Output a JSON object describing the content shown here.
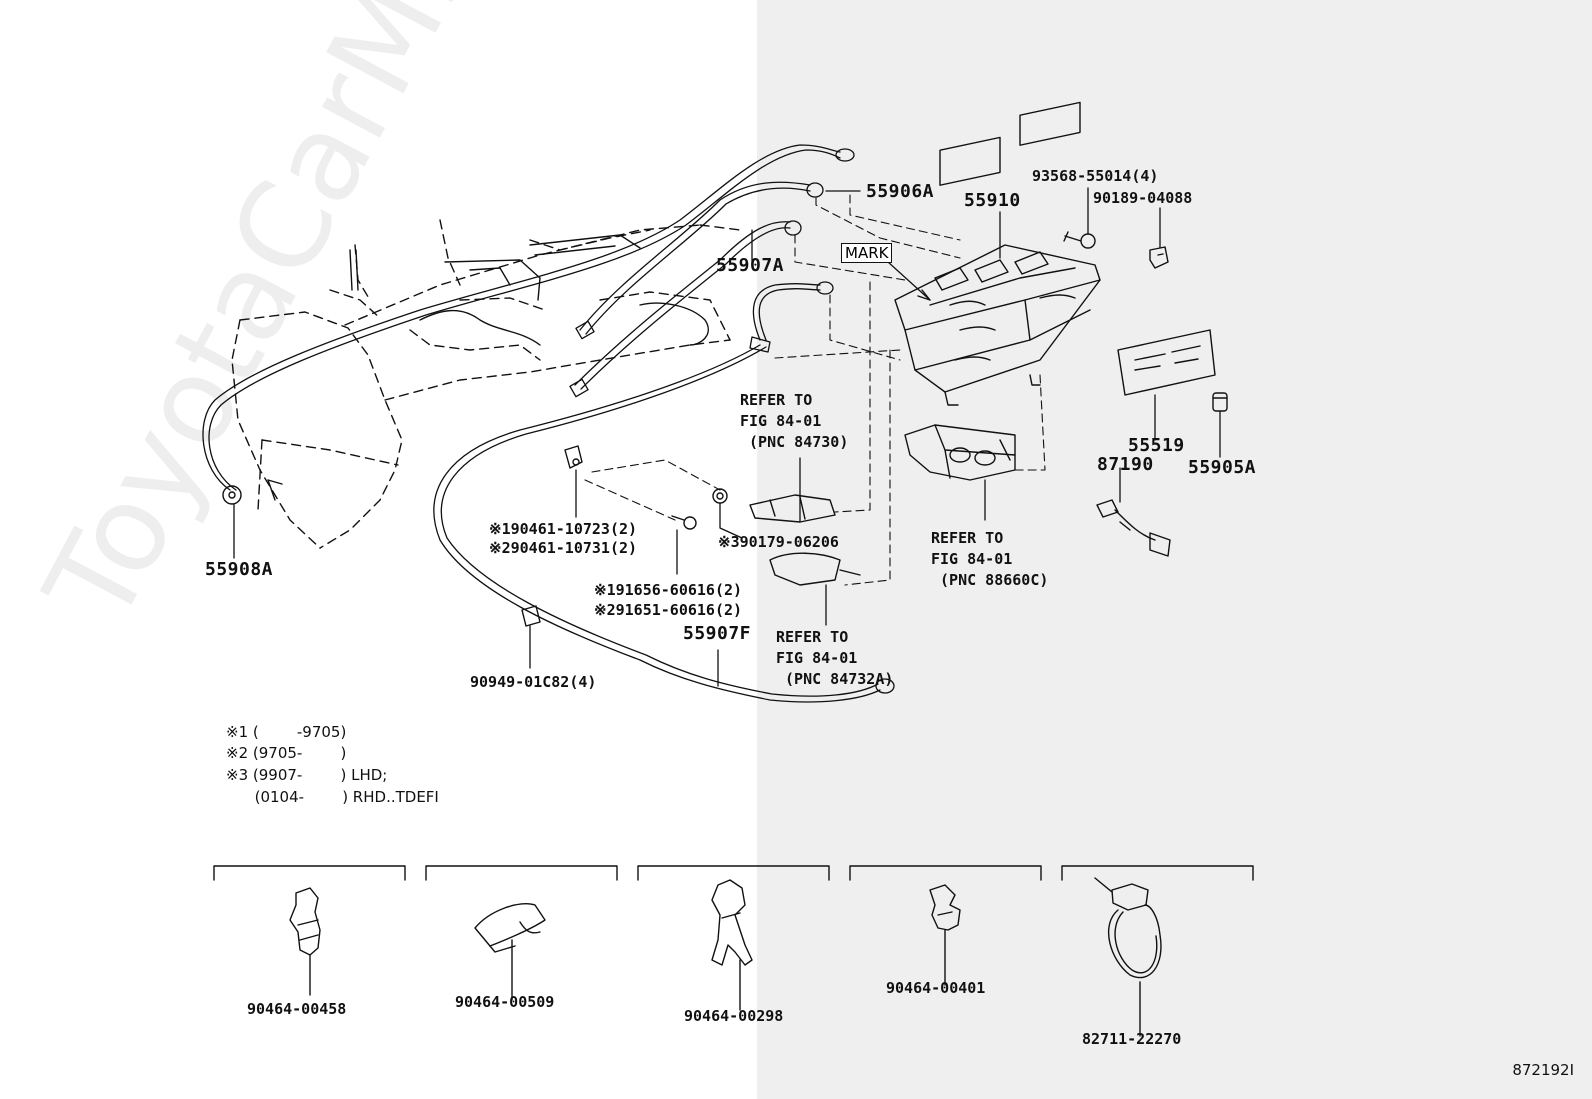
{
  "watermark": "ToyotaCarMir.ru",
  "diagram_code": "872192I",
  "mark_label": "MARK",
  "parts": {
    "p55906A": "55906A",
    "p55910": "55910",
    "p93568": "93568-55014(4)",
    "p90189": "90189-04088",
    "p55907A": "55907A",
    "p55519": "55519",
    "p87190": "87190",
    "p55905A": "55905A",
    "p55908A": "55908A",
    "p90461a": "※190461-10723(2)",
    "p90461b": "※290461-10731(2)",
    "p90179": "※390179-06206",
    "p91656": "※191656-60616(2)",
    "p91651": "※291651-60616(2)",
    "p55907F": "55907F",
    "p90949": "90949-01C82(4)",
    "c1": "90464-00458",
    "c2": "90464-00509",
    "c3": "90464-00298",
    "c4": "90464-00401",
    "c5": "82711-22270"
  },
  "refers": {
    "r1": "REFER TO\nFIG 84-01\n (PNC 84730)",
    "r2": "REFER TO\nFIG 84-01\n (PNC 88660C)",
    "r3": "REFER TO\nFIG 84-01\n (PNC 84732A)"
  },
  "notes": {
    "n1": "※1 (        -9705)",
    "n2": "※2 (9705-        )",
    "n3": "※3 (9907-        ) LHD;",
    "n4": "      (0104-        ) RHD..TDEFI"
  }
}
